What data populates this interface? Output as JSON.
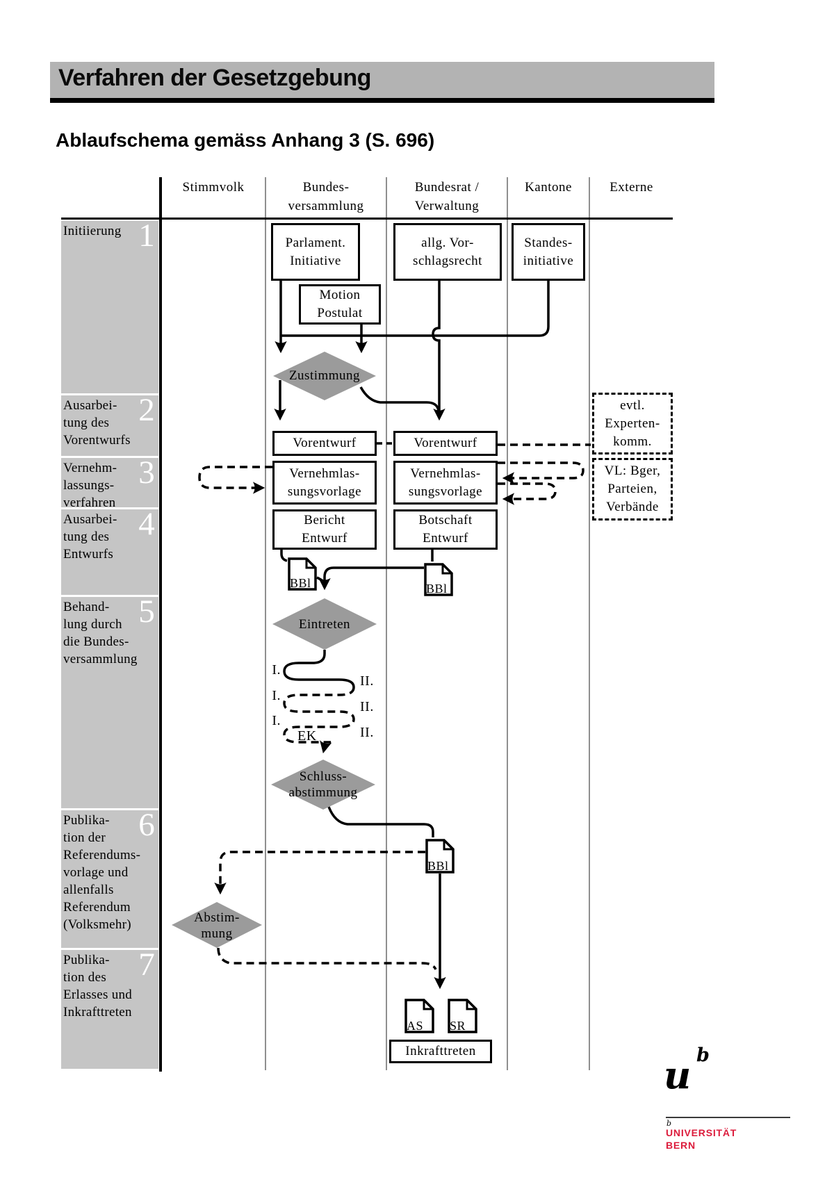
{
  "page": {
    "title": "Verfahren der Gesetzgebung",
    "subtitle": "Ablaufschema gemäss Anhang 3 (S. 696)"
  },
  "columns": [
    {
      "lines": [
        "Stimmvolk"
      ]
    },
    {
      "lines": [
        "Bundes-",
        "versammlung"
      ]
    },
    {
      "lines": [
        "Bundesrat /",
        "Verwaltung"
      ]
    },
    {
      "lines": [
        "Kantone"
      ]
    },
    {
      "lines": [
        "Externe"
      ]
    }
  ],
  "phases": [
    {
      "num": "1",
      "lines": [
        "Initiierung"
      ]
    },
    {
      "num": "2",
      "lines": [
        "Ausarbei-",
        "tung des",
        "Vorentwurfs"
      ]
    },
    {
      "num": "3",
      "lines": [
        "Vernehm-",
        "lassungs-",
        "verfahren"
      ]
    },
    {
      "num": "4",
      "lines": [
        "Ausarbei-",
        "tung des",
        "Entwurfs"
      ]
    },
    {
      "num": "5",
      "lines": [
        "Behand-",
        "lung durch",
        "die Bundes-",
        "versammlung"
      ]
    },
    {
      "num": "6",
      "lines": [
        "Publika-",
        "tion der",
        "Referendums-",
        "vorlage und",
        "allenfalls",
        "Referendum",
        "(Volksmehr)"
      ]
    },
    {
      "num": "7",
      "lines": [
        "Publika-",
        "tion des",
        "Erlasses und",
        "Inkrafttreten"
      ]
    }
  ],
  "nodes": {
    "parlament": [
      "Parlament.",
      "Initiative"
    ],
    "motion": [
      "Motion",
      "Postulat"
    ],
    "allg": [
      "allg. Vor-",
      "schlagsrecht"
    ],
    "standes": [
      "Standes-",
      "initiative"
    ],
    "zustimmung": "Zustimmung",
    "vorentwurf_bv": "Vorentwurf",
    "vorentwurf_br": "Vorentwurf",
    "vernehmlassung_bv": [
      "Vernehmlas-",
      "sungsvorlage"
    ],
    "vernehmlassung_br": [
      "Vernehmlas-",
      "sungsvorlage"
    ],
    "experten": [
      "evtl.",
      "Experten-",
      "komm."
    ],
    "vl": [
      "VL: Bger,",
      "Parteien,",
      "Verbände"
    ],
    "bericht": [
      "Bericht",
      "Entwurf"
    ],
    "botschaft": [
      "Botschaft",
      "Entwurf"
    ],
    "bbl": "BBl",
    "eintreten": "Eintreten",
    "schluss": [
      "Schluss-",
      "abstimmung"
    ],
    "abstimmung": [
      "Abstim-",
      "mung"
    ],
    "as": "AS",
    "sr": "SR",
    "inkrafttreten": "Inkrafttreten"
  },
  "readings": {
    "i": "I.",
    "ii": "II.",
    "ek": "EK"
  },
  "logo": {
    "u": "u",
    "b": "b",
    "small_b": "b",
    "uni": "UNIVERSITÄT",
    "bern": "BERN"
  },
  "colors": {
    "titlebar_gray": "#b3b3b3",
    "phase_gray": "#c5c5c5",
    "diamond_gray": "#9b9b9b",
    "grid_gray": "#8f8f8f",
    "uni_red": "#dc1c3c"
  }
}
